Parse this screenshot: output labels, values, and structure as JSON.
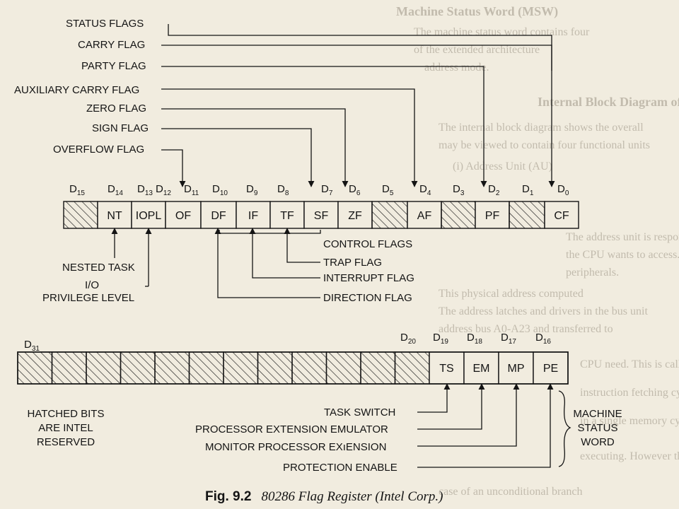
{
  "flag_register": {
    "bit_labels": [
      "D",
      "D",
      "D",
      "D",
      "D",
      "D",
      "D",
      "D",
      "D",
      "D",
      "D",
      "D",
      "D",
      "D",
      "D",
      "D"
    ],
    "bit_numbers": [
      "15",
      "14",
      "13",
      "12",
      "11",
      "10",
      "9",
      "8",
      "7",
      "6",
      "5",
      "4",
      "3",
      "2",
      "1",
      "0"
    ],
    "cells": [
      "",
      "NT",
      "IOPL",
      "OF",
      "DF",
      "IF",
      "TF",
      "SF",
      "ZF",
      "",
      "AF",
      "",
      "PF",
      "",
      "CF"
    ],
    "top_labels": {
      "status_flags": "STATUS FLAGS",
      "carry_flag": "CARRY FLAG",
      "parity_flag": "PARTY FLAG",
      "aux_carry_flag": "AUXILIARY CARRY FLAG",
      "zero_flag": "ZERO FLAG",
      "sign_flag": "SIGN FLAG",
      "overflow_flag": "OVERFLOW FLAG"
    },
    "bottom_labels": {
      "control_flags": "CONTROL FLAGS",
      "trap_flag": "TRAP FLAG",
      "interrupt_flag": "INTERRUPT FLAG",
      "direction_flag": "DIRECTION FLAG",
      "nested_task": "NESTED TASK",
      "io": "I/O",
      "privilege_level": "PRIVILEGE LEVEL"
    }
  },
  "msw_register": {
    "d31": "D",
    "d31_num": "31",
    "d20": "D",
    "d20_num": "20",
    "bits": [
      {
        "d": "D",
        "n": "19",
        "cell": "TS"
      },
      {
        "d": "D",
        "n": "18",
        "cell": "EM"
      },
      {
        "d": "D",
        "n": "17",
        "cell": "MP"
      },
      {
        "d": "D",
        "n": "16",
        "cell": "PE"
      }
    ],
    "reserved_label": [
      "HATCHED BITS",
      "ARE INTEL",
      "RESERVED"
    ],
    "labels": {
      "task_switch": "TASK SWITCH",
      "proc_ext_emulator": "PROCESSOR EXTENSION EMULATOR",
      "monitor_proc_ext": "MONITOR PROCESSOR EXıENSION",
      "protection_enable": "PROTECTION ENABLE"
    },
    "msw_label": [
      "MACHINE",
      "STATUS",
      "WORD"
    ]
  },
  "caption": {
    "fig": "Fig. 9.2",
    "text": "80286 Flag Register (Intel Corp.)"
  },
  "colors": {
    "paper": "#f1ecdf",
    "ink": "#141414",
    "bleed_text": "#bdb6a8"
  }
}
